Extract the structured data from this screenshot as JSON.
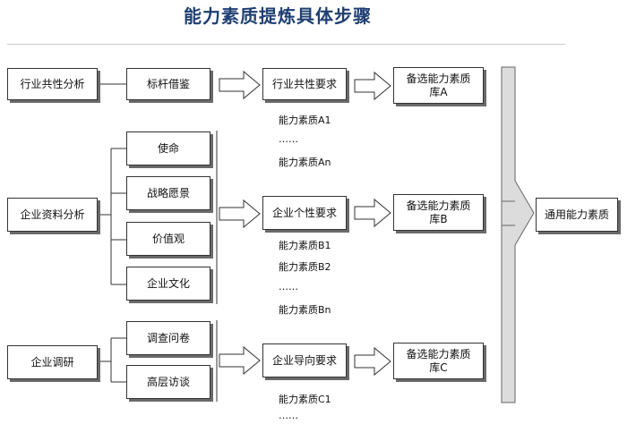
{
  "title": "能力素质提炼具体步骤",
  "sources": {
    "industry": "行业共性分析",
    "company": "企业资料分析",
    "research": "企业调研"
  },
  "methods": {
    "benchmark": "标杆借鉴",
    "mission": "使命",
    "vision": "战略愿景",
    "values": "价值观",
    "culture": "企业文化",
    "survey": "调查问卷",
    "interview": "高层访谈"
  },
  "requirements": {
    "common": "行业共性要求",
    "individual": "企业个性要求",
    "guidance": "企业导向要求"
  },
  "libraries": {
    "a": "备选能力素质\n库A",
    "b": "备选能力素质\n库B",
    "c": "备选能力素质\n库C"
  },
  "result": "通用能力素质",
  "competencies": {
    "a1": "能力素质A1",
    "a_dots": "……",
    "an": "能力素质An",
    "b1": "能力素质B1",
    "b2": "能力素质B2",
    "b_dots": "……",
    "bn": "能力素质Bn",
    "c1": "能力素质C1",
    "c_dots": "……"
  }
}
